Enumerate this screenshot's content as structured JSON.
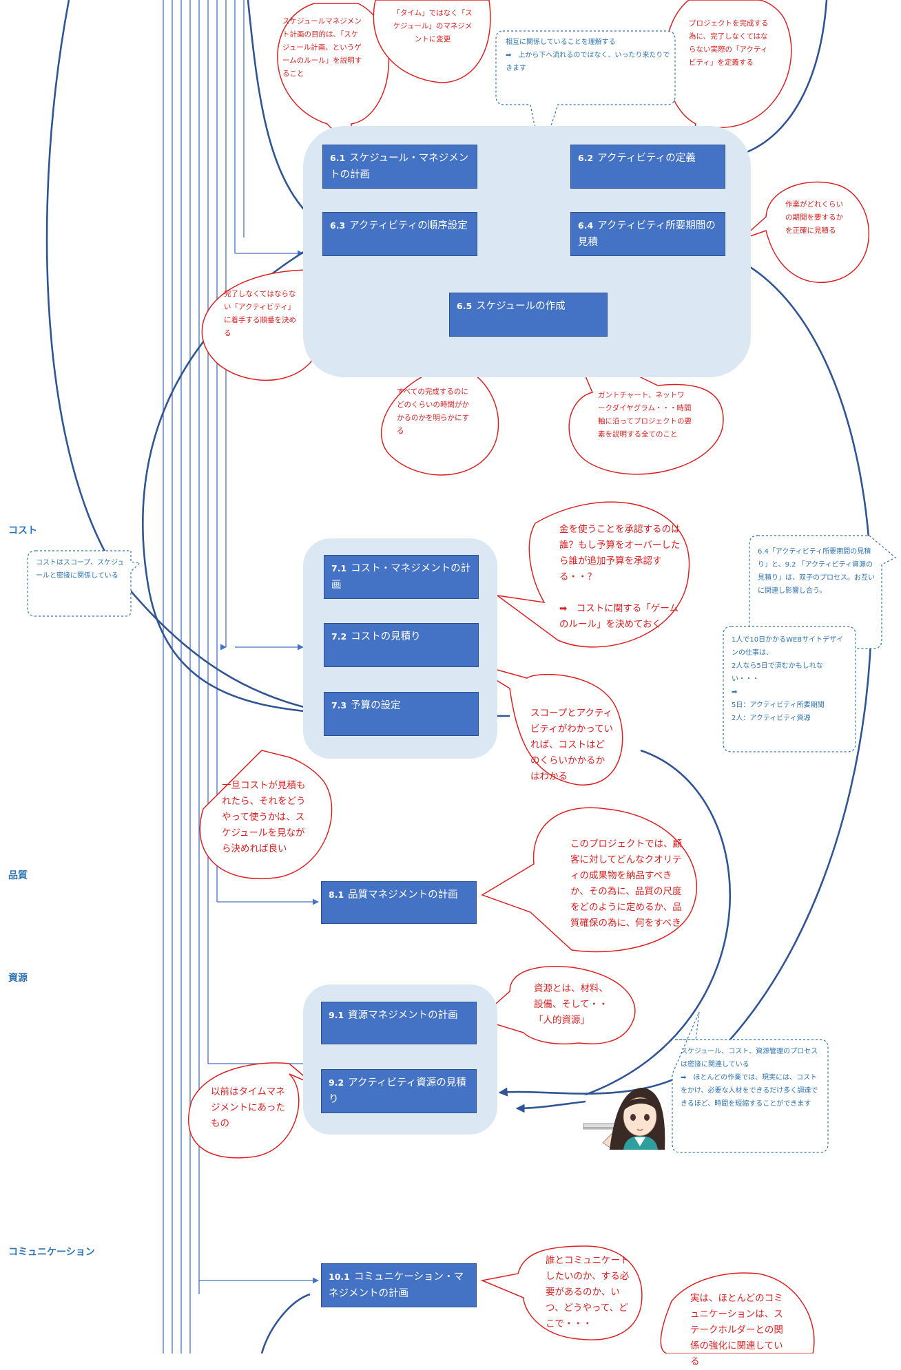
{
  "sections": {
    "cost": "コスト",
    "quality": "品質",
    "resource": "資源",
    "communication": "コミュニケーション"
  },
  "boxes": {
    "b61": {
      "num": "6.1",
      "label": "スケジュール・マネジメントの計画"
    },
    "b62": {
      "num": "6.2",
      "label": "アクティビティの定義"
    },
    "b63": {
      "num": "6.3",
      "label": "アクティビティの順序設定"
    },
    "b64": {
      "num": "6.4",
      "label": "アクティビティ所要期間の見積"
    },
    "b65": {
      "num": "6.5",
      "label": "スケジュールの作成"
    },
    "b71": {
      "num": "7.1",
      "label": "コスト・マネジメントの計画"
    },
    "b72": {
      "num": "7.2",
      "label": "コストの見積り"
    },
    "b73": {
      "num": "7.3",
      "label": "予算の設定"
    },
    "b81": {
      "num": "8.1",
      "label": "品質マネジメントの計画"
    },
    "b91": {
      "num": "9.1",
      "label": "資源マネジメントの計画"
    },
    "b92": {
      "num": "9.2",
      "label": "アクティビティ資源の見積り"
    },
    "b101": {
      "num": "10.1",
      "label": "コミュニケーション・マネジメントの計画"
    }
  },
  "bubbles": {
    "s1": "スケジュールマネジメント計画の目的は、「スケジュール計画、というゲームのルール」を説明すること",
    "s2": "「タイム」ではなく「スケジュール」のマネジメントに変更",
    "s3": "プロジェクトを完成する為に、完了しなくてはならない実際の「アクティビティ」を定義する",
    "s4": "作業がどれくらいの期間を要するかを正確に見積る",
    "s5": "完了しなくてはならない「アクティビティ」に着手する順番を決める",
    "s6": "すべての完成するのにどのくらいの時間がかかるのかを明らかにする",
    "s7": "ガントチャート、ネットワークダイヤグラム・・・時間軸に沿ってプロジェクトの要素を説明する全てのこと",
    "c1": "金を使うことを承認するのは誰？もし予算をオーバーしたら誰が追加予算を承認する・・？",
    "c1b": "➡　コストに関する「ゲームのルール」を決めておく",
    "c2": "スコープとアクティビティがわかっていれば、コストはどのくらいかかるかはわかる",
    "c3": "一旦コストが見積もれたら、それをどうやって使うかは、スケジュールを見ながら決めれば良い",
    "q1": "このプロジェクトでは、顧客に対してどんなクオリティの成果物を納品すべきか、その為に、品質の尺度をどのように定めるか、品質確保の為に、何をすべき",
    "r1": "資源とは、材料、設備、そして・・「人的資源」",
    "r2": "以前はタイムマネジメントにあったもの",
    "m1": "誰とコミュニケートしたいのか、する必要があるのか、いつ、どうやって、どこで・・・",
    "m2": "実は、ほとんどのコミュニケーションは、ステークホルダーとの関係の強化に関連している"
  },
  "notes": {
    "n1_line1": "相互に関係していることを理解する",
    "n1_line2": "➡　上から下へ流れるのではなく、いったり来たりできます",
    "n2": "コストはスコープ、スケジュールと密接に関係している",
    "n3": "6.4「アクティビティ所要期間の見積り」と、9.2 「アクティビティ資源の見積り」は、双子のプロセス。お互いに関連し影響し合う。",
    "n4_line1": "1人で10日かかるWEBサイトデザインの仕事は、",
    "n4_line2": "2人なら5日で済むかもしれない・・・",
    "n4_arrow": "➡",
    "n4_line3": "5日：アクティビティ所要期間",
    "n4_line4": "2人：アクティビティ資源",
    "n5_line1": "スケジュール、コスト、資源管理のプロセスは密接に関連している",
    "n5_line2": "➡　ほとんどの作業では、現実には、コストをかけ、必要な人材をできるだけ多く調達できるほど、時間を短縮することができます"
  },
  "colors": {
    "box": "#4472c4",
    "group_bg": "#dce7f4",
    "bubble": "#e02020",
    "note": "#2e74b5",
    "line": "#2f5597"
  }
}
